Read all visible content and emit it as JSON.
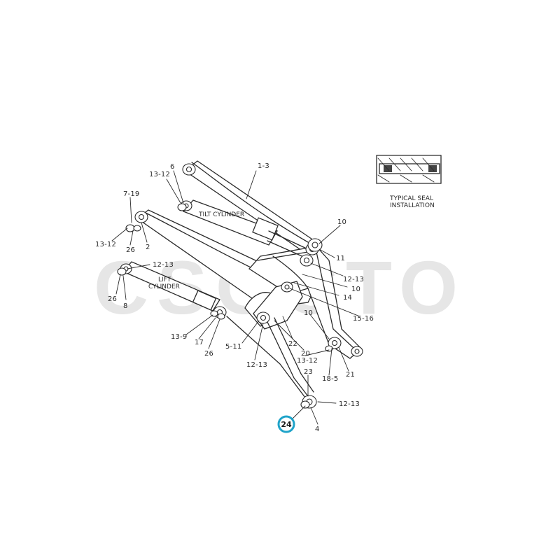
{
  "watermark": {
    "text": "CSOCTO",
    "color": "#e6e6e6"
  },
  "seal_detail": {
    "caption_line1": "TYPICAL SEAL",
    "caption_line2": "INSTALLATION"
  },
  "component_labels": {
    "tilt_cylinder": "TILT CYLINDER",
    "lift_line1": "LIFT",
    "lift_line2": "CYLINDER"
  },
  "callouts": {
    "c1_3": "1-3",
    "c6": "6",
    "c13_12_top": "13-12",
    "c7_19": "7-19",
    "c13_12_left": "13-12",
    "c26_a": "26",
    "c2": "2",
    "c12_13_lift": "12-13",
    "c26_b": "26",
    "c8": "8",
    "c10_a": "10",
    "c11": "11",
    "c12_13_right": "12-13",
    "c10_b": "10",
    "c14": "14",
    "c15_16": "15-16",
    "c10_c": "10",
    "c13_9": "13-9",
    "c17": "17",
    "c26_c": "26",
    "c5_11": "5-11",
    "c22": "22",
    "c20": "20",
    "c13_12_lower": "13-12",
    "c12_13_lower": "12-13",
    "c21": "21",
    "c18_5": "18-5",
    "c23": "23",
    "c12_13_bottom": "12-13",
    "c4": "4"
  },
  "highlight": {
    "number": "24",
    "ring_color": "#1fa3c9"
  }
}
